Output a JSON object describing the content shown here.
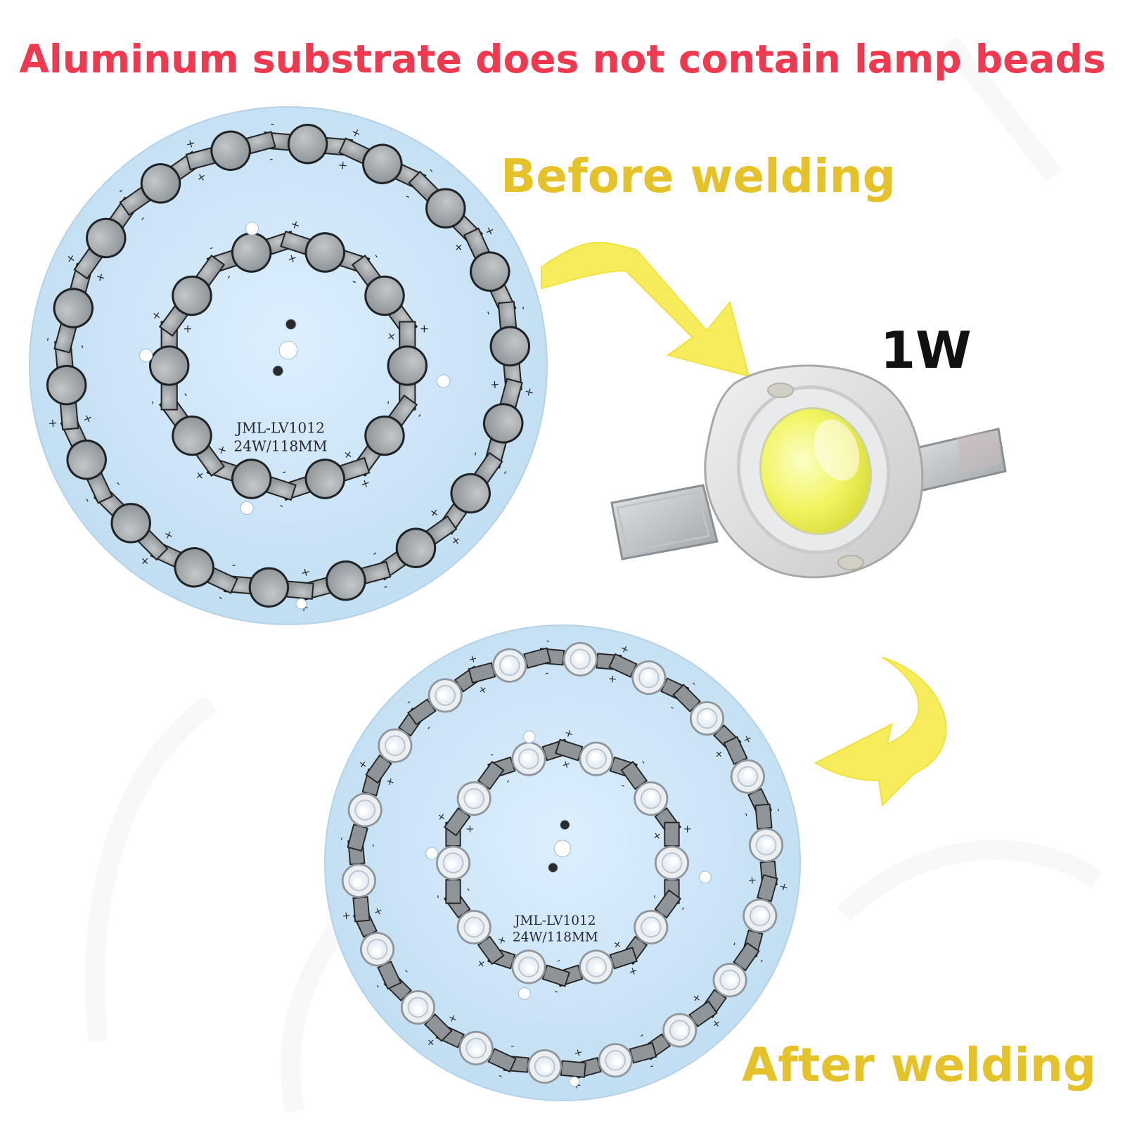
{
  "headline": {
    "text": "Aluminum substrate does not contain lamp beads",
    "color": "#f0384f"
  },
  "before_label": "Before welding",
  "after_label": "After welding",
  "power_label": "1W",
  "board_marking": {
    "model": "JML-LV1012",
    "spec": "24W/118MM"
  },
  "pad_marks": {
    "plus": "+",
    "minus": "-"
  },
  "colors": {
    "label_yellow": "#e6c22a",
    "arrow_yellow": "#f7ec5c",
    "board_blue": "#cfe6f5",
    "pad_silver": "#a7acb0",
    "led_white": "#f4f8ff",
    "power_label": "#111111"
  },
  "icons": {
    "arrow_before": "curved-arrow-icon",
    "arrow_after": "curved-arrow-icon"
  }
}
